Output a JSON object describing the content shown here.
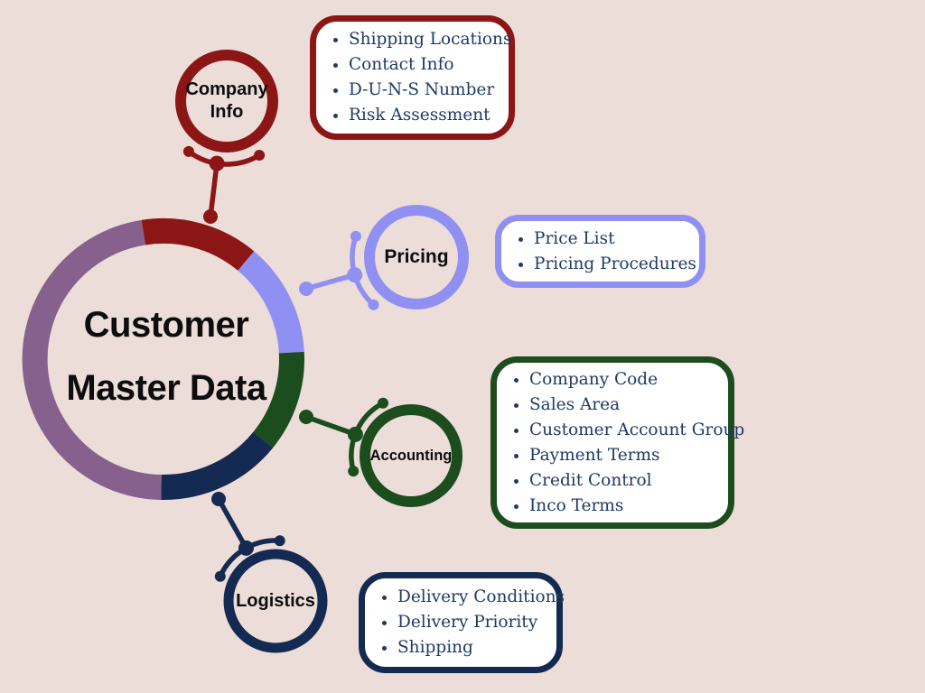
{
  "title": {
    "line1": "Customer",
    "line2": "Master Data"
  },
  "colors": {
    "background": "#ecddd8",
    "maroon": "#8c1616",
    "periwinkle": "#8f90f2",
    "green": "#1b4d1e",
    "navy": "#152a52",
    "purple": "#86618e",
    "bullet_text": "#1f3a64",
    "label_text": "#0d0d0d"
  },
  "branches": [
    {
      "label": "Company Info",
      "color": "#8c1616",
      "items": [
        "Shipping Locations",
        "Contact Info",
        "D-U-N-S Number",
        "Risk Assessment"
      ]
    },
    {
      "label": "Pricing",
      "color": "#8f90f2",
      "items": [
        "Price List",
        "Pricing Procedures"
      ]
    },
    {
      "label": "Accounting",
      "color": "#1b4d1e",
      "items": [
        "Company Code",
        "Sales Area",
        "Customer Account Group",
        "Payment Terms",
        "Credit Control",
        "Inco Terms"
      ]
    },
    {
      "label": "Logistics",
      "color": "#152a52",
      "items": [
        "Delivery Conditions",
        "Delivery Priority",
        "Shipping"
      ]
    }
  ]
}
